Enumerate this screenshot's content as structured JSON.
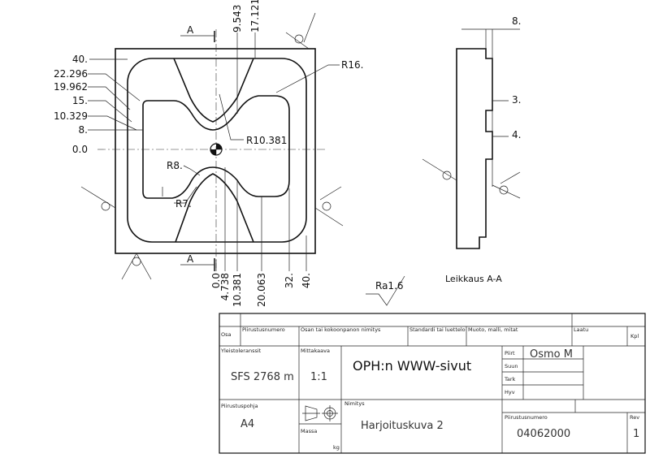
{
  "dimensions_left": [
    "40.",
    "22.296",
    "19.962",
    "15.",
    "10.329",
    "8.",
    "0.0"
  ],
  "dimensions_top": [
    "9.543",
    "17.121"
  ],
  "dimensions_bottom": [
    "0.0",
    "4.738",
    "10.381",
    "20.063",
    "32.",
    "40."
  ],
  "radius_labels": {
    "r16": "R16.",
    "r10": "R10.381",
    "r8": "R8.",
    "r7": "R7."
  },
  "section_marker": "A",
  "section_dims": {
    "top": "8.",
    "mid": "3.",
    "low": "4."
  },
  "section_caption": "Leikkaus A-A",
  "surface_roughness": "Ra1.6",
  "title_block": {
    "col_osa": "Osa",
    "col_drawing_number": "Piirustusnumero",
    "col_part_name": "Osan tai kokoonpanon nimitys",
    "col_standard": "Standardi tai luettelo",
    "col_shape": "Muoto, malli, mitat",
    "col_material": "Laatu",
    "col_qty": "Kpl",
    "label_tolerances": "Yleistoleranssit",
    "tolerance_value": "SFS 2768 m",
    "label_scale": "Mittakaava",
    "scale_value": "1:1",
    "main_title": "OPH:n WWW-sivut",
    "label_drawn": "Piirt",
    "drawn_value": "Osmo M",
    "label_designed": "Suun",
    "label_checked": "Tark",
    "label_approved": "Hyv",
    "label_paper": "Piirustuspohja",
    "paper_value": "A4",
    "label_name": "Nimitys",
    "name_value": "Harjoituskuva 2",
    "label_mass": "Massa",
    "mass_unit": "kg",
    "label_number": "Piirustusnumero",
    "number_value": "04062000",
    "label_rev": "Rev",
    "rev_value": "1"
  }
}
